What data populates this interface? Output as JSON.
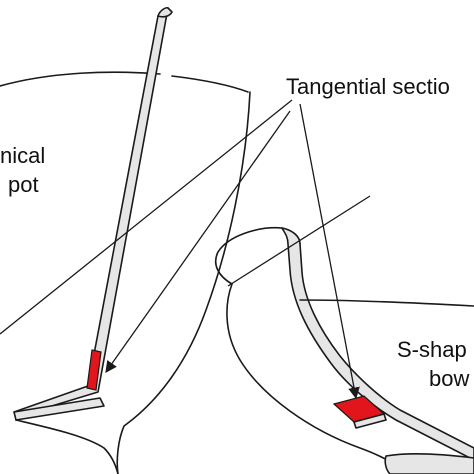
{
  "labels": {
    "tangential_section": "Tangential sectio",
    "conical_pot_line1": "nical",
    "conical_pot_line2": "pot",
    "s_shaped_bowl_line1": "S-shap",
    "s_shaped_bowl_line2": "bow"
  },
  "colors": {
    "section_fill": "#e3151c",
    "wall_fill": "#e6e6e6",
    "line": "#1a1a1a"
  }
}
